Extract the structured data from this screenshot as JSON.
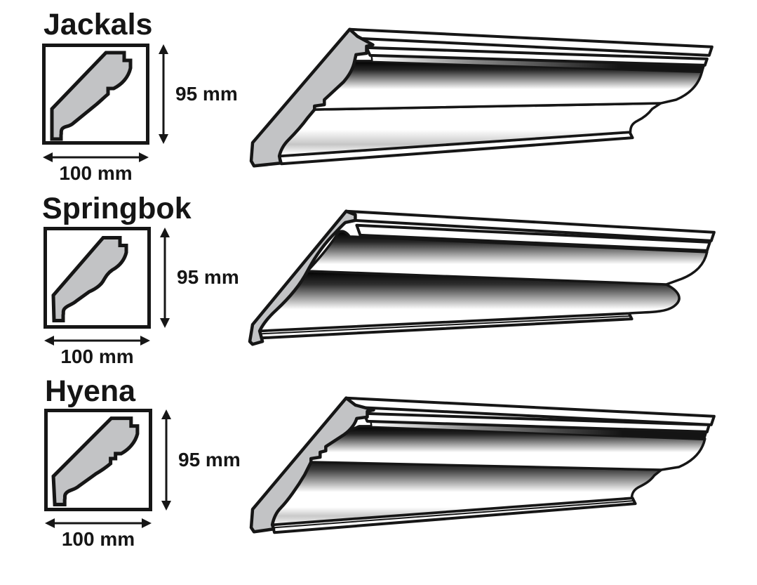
{
  "document": {
    "background": "#ffffff",
    "type": "cornice-profile-diagram"
  },
  "colors": {
    "outline": "#161616",
    "profile_fill": "#c2c3c5",
    "shade_dark": "#000000",
    "text": "#151515"
  },
  "sections": [
    {
      "id": "jackals",
      "name": "Jackals",
      "height_label": "95 mm",
      "width_label": "100 mm"
    },
    {
      "id": "springbok",
      "name": "Springbok",
      "height_label": "95 mm",
      "width_label": "100 mm"
    },
    {
      "id": "hyena",
      "name": "Hyena",
      "height_label": "95 mm",
      "width_label": "100 mm"
    }
  ]
}
